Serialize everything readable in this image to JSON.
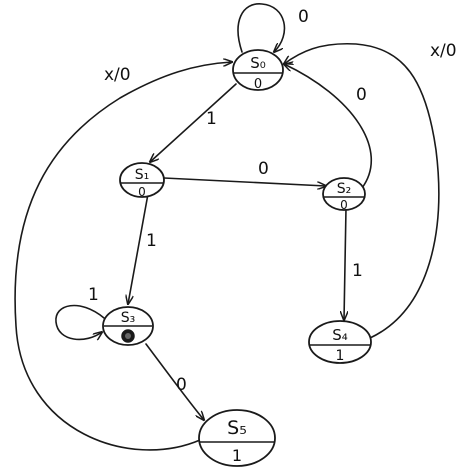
{
  "diagram": {
    "states": [
      {
        "id": "s0",
        "name": "S₀",
        "output": "0"
      },
      {
        "id": "s1",
        "name": "S₁",
        "output": "0"
      },
      {
        "id": "s2",
        "name": "S₂",
        "output": "0"
      },
      {
        "id": "s3",
        "name": "S₃",
        "output": ""
      },
      {
        "id": "s4",
        "name": "S₄",
        "output": "1"
      },
      {
        "id": "s5",
        "name": "S₅",
        "output": "1"
      }
    ],
    "transitions": [
      {
        "from": "s0",
        "to": "s0",
        "label": "0"
      },
      {
        "from": "s0",
        "to": "s1",
        "label": "1"
      },
      {
        "from": "s1",
        "to": "s2",
        "label": "0"
      },
      {
        "from": "s2",
        "to": "s0",
        "label": "0"
      },
      {
        "from": "s1",
        "to": "s3",
        "label": "1"
      },
      {
        "from": "s3",
        "to": "s3",
        "label": "1"
      },
      {
        "from": "s2",
        "to": "s4",
        "label": "1"
      },
      {
        "from": "s3",
        "to": "s5",
        "label": "0"
      },
      {
        "from": "s5",
        "to": "s0",
        "label": "x/0"
      },
      {
        "from": "s4",
        "to": "s0",
        "label": "x/0"
      }
    ]
  }
}
